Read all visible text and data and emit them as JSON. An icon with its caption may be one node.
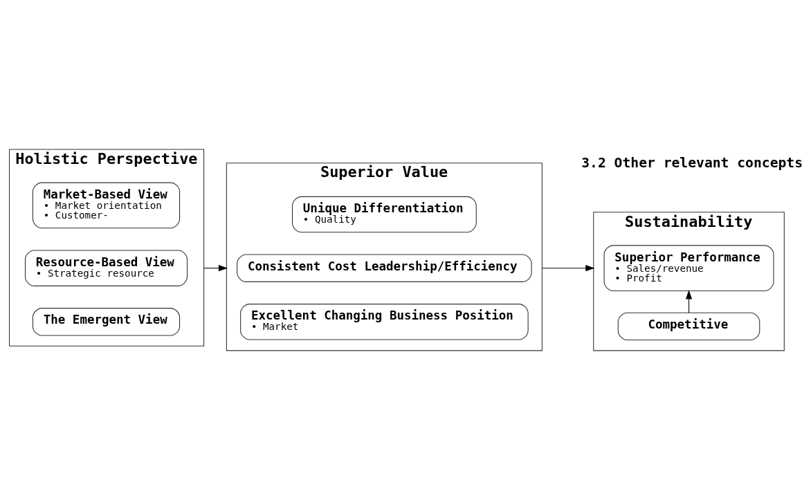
{
  "diagram": {
    "nodes": [
      {
        "text": [
          "Holistic Perspective"
        ]
      },
      {
        "text": [
          "Market-Based View",
          "• Market orientation",
          "• Customer-"
        ],
        "in": 0
      },
      {
        "text": [
          "Resource-Based View",
          "• Strategic resource"
        ],
        "in": 0
      },
      {
        "text": [
          "The Emergent View"
        ],
        "in": 0
      },
      {
        "text": [
          "Superior Value"
        ]
      },
      {
        "text": [
          "Unique Differentiation",
          "• Quality"
        ],
        "in": 4
      },
      {
        "text": [
          "Consistent Cost Leadership/Efficiency"
        ],
        "in": 4
      },
      {
        "text": [
          "Excellent Changing Business Position",
          "• Market"
        ],
        "in": 4
      },
      {
        "text": [
          "Sustainability"
        ]
      },
      {
        "text": [
          "Competitive"
        ],
        "in": 8
      },
      {
        "text": [
          "Superior Performance",
          "• Sales/revenue",
          "• Profit"
        ],
        "in": 8
      }
    ],
    "edges": [
      {
        "from": 0,
        "to": 4,
        "arrow": "to"
      },
      {
        "from": 4,
        "to": 8,
        "arrow": "to"
      },
      {
        "from": 9,
        "to": 10,
        "arrow": "to"
      }
    ],
    "labels": [
      "3.2 Other relevant concepts"
    ]
  }
}
